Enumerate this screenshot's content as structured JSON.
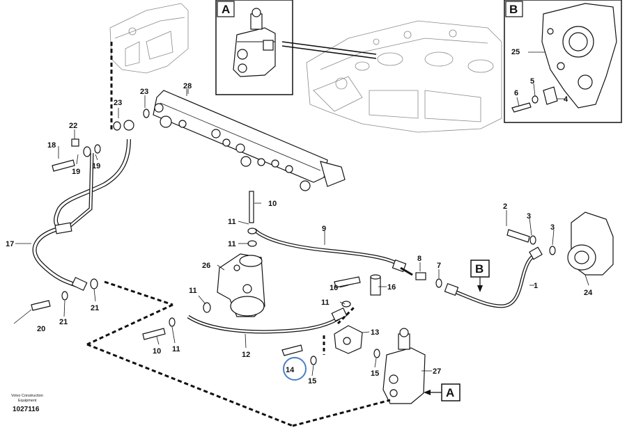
{
  "detail_boxes": {
    "a_label": "A",
    "b_label": "B"
  },
  "callouts": {
    "a": "A",
    "b": "B"
  },
  "parts": {
    "p1": "1",
    "p2": "2",
    "p3a": "3",
    "p3b": "3",
    "p4": "4",
    "p5": "5",
    "p6": "6",
    "p7": "7",
    "p8": "8",
    "p9": "9",
    "p10a": "10",
    "p10b": "10",
    "p10c": "10",
    "p11a": "11",
    "p11b": "11",
    "p11c": "11",
    "p11d": "11",
    "p11e": "11",
    "p12": "12",
    "p13": "13",
    "p14": "14",
    "p15a": "15",
    "p15b": "15",
    "p16": "16",
    "p17": "17",
    "p18": "18",
    "p19a": "19",
    "p19b": "19",
    "p20": "20",
    "p21a": "21",
    "p21b": "21",
    "p22": "22",
    "p23a": "23",
    "p23b": "23",
    "p24": "24",
    "p25": "25",
    "p26": "26",
    "p27": "27",
    "p28": "28"
  },
  "footer": {
    "brand_line1": "Volvo Construction",
    "brand_line2": "Equipment",
    "doc_id": "1027116"
  },
  "colors": {
    "ink": "#111111",
    "highlight_circle": "#4a7fc1"
  }
}
